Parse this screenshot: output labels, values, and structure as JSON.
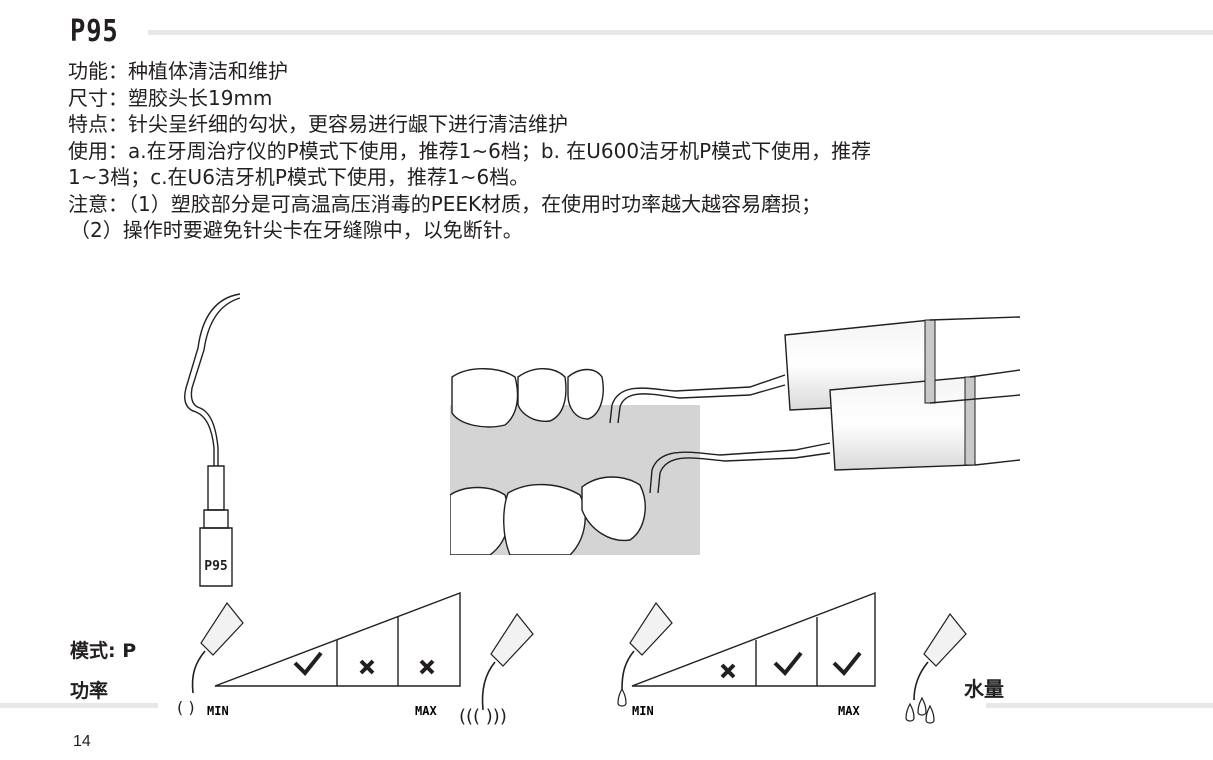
{
  "header": {
    "model": "P95"
  },
  "specs": {
    "function": "功能：种植体清洁和维护",
    "size": "尺寸：塑胶头长19mm",
    "feature": "特点：针尖呈纤细的勾状，更容易进行龈下进行清洁维护",
    "usage_line1": "使用：a.在牙周治疗仪的P模式下使用，推荐1~6档；b. 在U600洁牙机P模式下使用，推荐",
    "usage_line2": "1~3档；c.在U6洁牙机P模式下使用，推荐1~6档。",
    "notice_line1": "注意：（1）塑胶部分是可高温高压消毒的PEEK材质，在使用时功率越大越容易磨损；",
    "notice_line2": "（2）操作时要避免针尖卡在牙缝隙中，以免断针。"
  },
  "tip_illustration": {
    "label": "P95"
  },
  "settings": {
    "mode_label": "模式: P",
    "power_label": "功率",
    "water_label": "水量",
    "power_scale": {
      "min": "MIN",
      "max": "MAX",
      "levels": [
        "check",
        "cross",
        "cross"
      ]
    },
    "water_scale": {
      "min": "MIN",
      "max": "MAX",
      "levels": [
        "cross",
        "check",
        "check"
      ]
    }
  },
  "footer": {
    "page_number": "14"
  }
}
